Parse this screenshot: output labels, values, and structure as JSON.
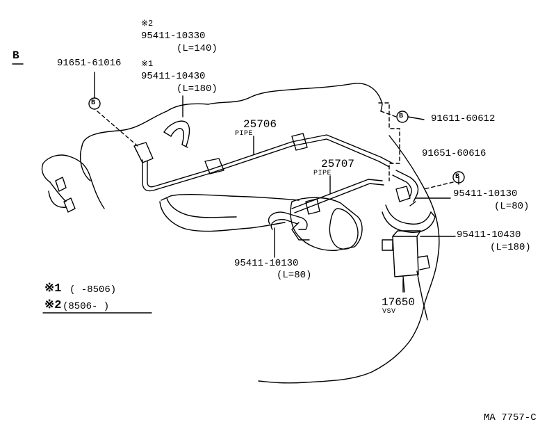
{
  "section_letter": "B",
  "parts": {
    "p1_note": "※2",
    "p1_num": "95411-10330",
    "p1_len": "(L=140)",
    "p2_note": "※1",
    "p2_num": "95411-10430",
    "p2_len": "(L=180)",
    "p3_num": "91651-61016",
    "p4_num": "25706",
    "p4_name": "PIPE",
    "p5_num": "91611-60612",
    "p6_num": "91651-60616",
    "p7_num": "25707",
    "p7_name": "PIPE",
    "p8_num": "95411-10130",
    "p8_len": "(L=80)",
    "p9_num": "95411-10430",
    "p9_len": "(L=180)",
    "p10_num": "95411-10130",
    "p10_len": "(L=80)",
    "p11_num": "17650",
    "p11_name": "VSV"
  },
  "bolt_symbol": "B",
  "legend": {
    "row1_mark": "※1",
    "row1_range": "(      -8506)",
    "row2_mark": "※2",
    "row2_range": "(8506-        )"
  },
  "figure_code": "MA 7757-C",
  "line_color": "#000000"
}
